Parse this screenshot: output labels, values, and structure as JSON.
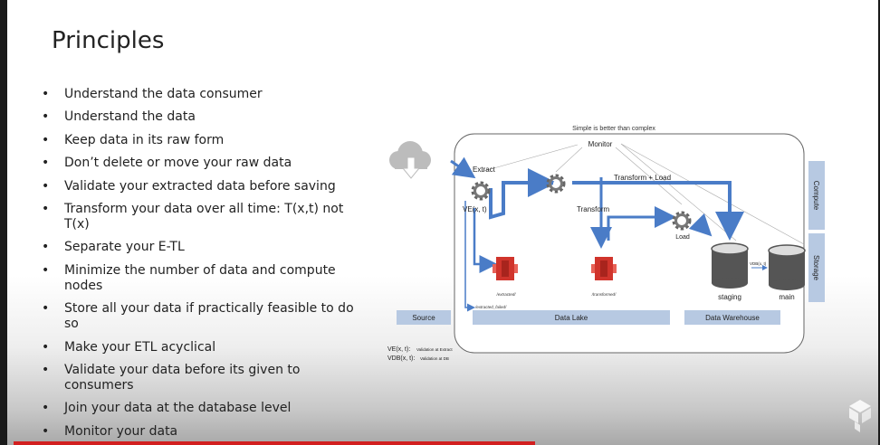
{
  "slide": {
    "title": "Principles",
    "bullets": [
      "Understand the data consumer",
      "Understand the data",
      "Keep data in its raw form",
      "Don’t delete or move your raw data",
      "Validate your extracted data before saving",
      "Transform your data over all time: T(x,t) not T(x)",
      "Separate your E-TL",
      "Minimize the number of data and compute nodes",
      "Store all your data if practically feasible to do so",
      "Make your ETL acyclical",
      "Validate your data before its given to consumers",
      "Join your data at the database level",
      "Monitor your data"
    ]
  },
  "diagram": {
    "caption": "Simple is better than complex",
    "monitor": "Monitor",
    "extract": "Extract",
    "transform_load": "Transform + Load",
    "transform": "Transform",
    "load": "Load",
    "ve": "VE(x, t)",
    "vdb": "VDB(x, t)",
    "extracted": "/extracted/",
    "extracted_failed": "/extracted_failed/",
    "transformed": "/transformed/",
    "staging": "staging",
    "main": "main",
    "source": "Source",
    "data_lake": "Data Lake",
    "data_warehouse": "Data Warehouse",
    "compute": "Compute",
    "storage": "Storage",
    "legend_ve_sym": "VE(x, t):",
    "legend_ve_text": "Validation at Extract",
    "legend_vdb_sym": "VDB(x, t):",
    "legend_vdb_text": "Validation at DB"
  },
  "colors": {
    "arrow": "#4a7cc7",
    "s3": "#d0342c",
    "band": "#b7c9e2",
    "progress": "#d21f1f"
  }
}
